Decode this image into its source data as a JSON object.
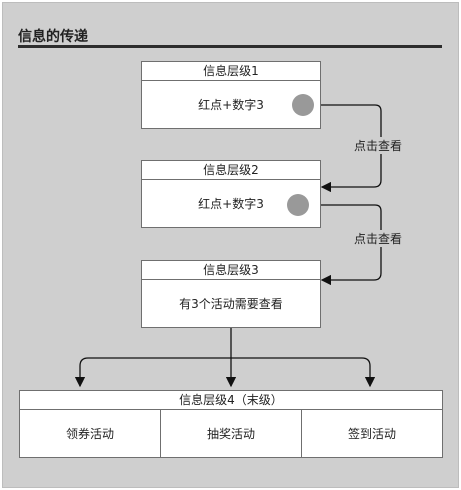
{
  "title": "信息的传递",
  "levels": [
    {
      "title": "信息层级1",
      "content": "红点+数字3"
    },
    {
      "title": "信息层级2",
      "content": "红点+数字3"
    },
    {
      "title": "信息层级3",
      "content": "有3个活动需要查看"
    },
    {
      "title": "信息层级4（末级）",
      "items": [
        "领券活动",
        "抽奖活动",
        "签到活动"
      ]
    }
  ],
  "connectors": [
    "点击查看",
    "点击查看"
  ],
  "colors": {
    "background": "#cfcfcf",
    "box": "#ffffff",
    "dot": "#999999",
    "line": "#111111"
  }
}
